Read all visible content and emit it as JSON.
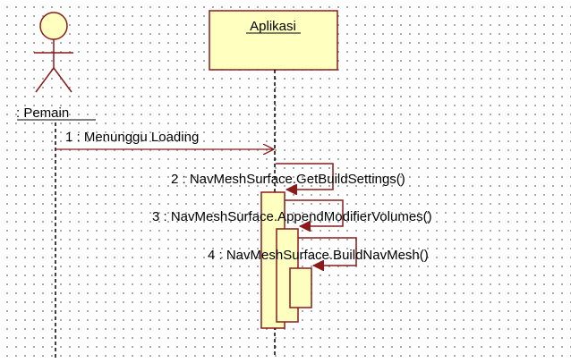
{
  "actor": {
    "label": ": Pemain"
  },
  "object": {
    "label": "Aplikasi"
  },
  "messages": [
    {
      "label": "1 : Menunggu Loading"
    },
    {
      "label": "2 : NavMeshSurface.GetBuildSettings()"
    },
    {
      "label": "3 : NavMeshSurface.AppendModifierVolumes()"
    },
    {
      "label": "4 : NavMeshSurface.BuildNavMesh()"
    }
  ],
  "colors": {
    "line": "#8b1a1a",
    "object_fill": "#ffffc0",
    "activation_fill": "#ffffc0",
    "actor_fill": "#ffffc0",
    "text": "#000000"
  }
}
